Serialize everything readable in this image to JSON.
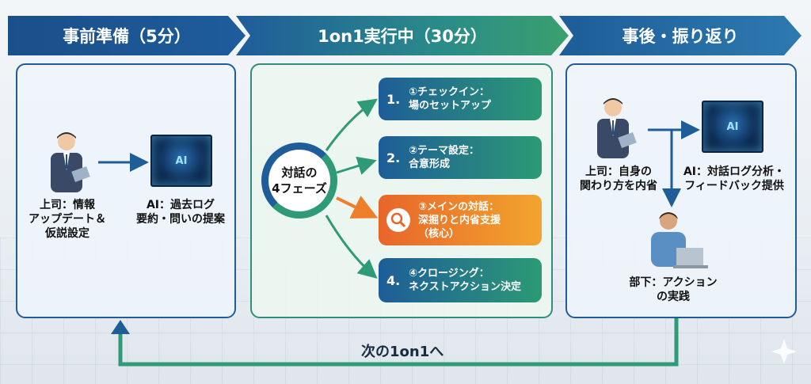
{
  "header": {
    "step1": "事前準備（5分）",
    "step2": "1on1実行中（30分）",
    "step3": "事後・振り返り"
  },
  "prep": {
    "boss_label": "上司：情報\nアップデート＆\n仮説設定",
    "ai_label": "AI：過去ログ\n要約・問いの提案",
    "ai_text": "AI"
  },
  "session": {
    "hub": "対話の\n4フェーズ",
    "phases": [
      {
        "num": "1.",
        "text": "①チェックイン：\n場のセットアップ"
      },
      {
        "num": "2.",
        "text": "②テーマ設定：\n合意形成"
      },
      {
        "num": "",
        "text": "③メインの対話：\n深掘りと内省支援\n（核心）"
      },
      {
        "num": "4.",
        "text": "④クロージング：\nネクストアクション決定"
      }
    ]
  },
  "post": {
    "boss_label": "上司：自身の\n関わり方を内省",
    "ai_label": "AI：対話ログ分析・\nフィードバック提供",
    "sub_label": "部下：アクション\nの実践",
    "ai_text": "AI"
  },
  "loop_label": "次の1on1へ",
  "colors": {
    "navy": "#1f5d96",
    "green": "#2f9a78",
    "orange": "#ee7d2c"
  }
}
